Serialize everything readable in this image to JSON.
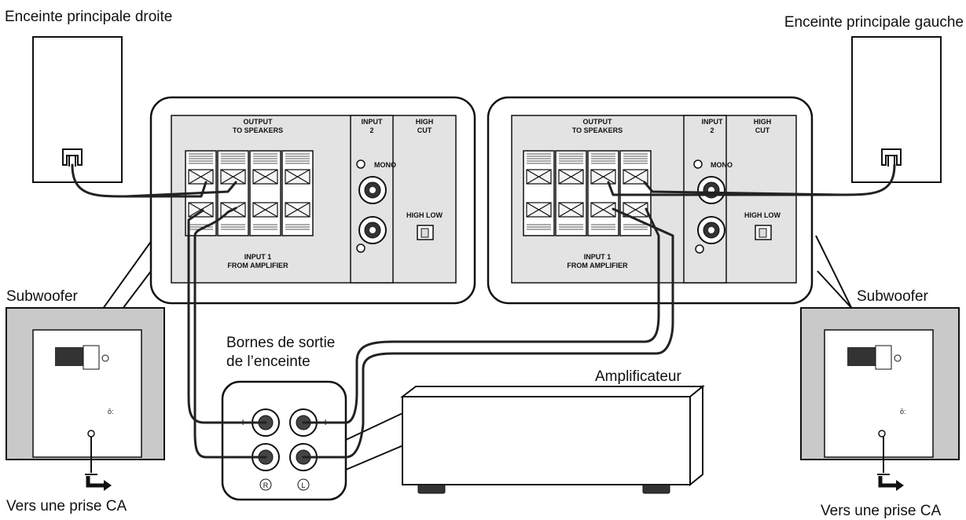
{
  "labels": {
    "speaker_right": "Enceinte principale droite",
    "speaker_left": "Enceinte principale gauche",
    "subwoofer_left": "Subwoofer",
    "subwoofer_right": "Subwoofer",
    "outlet_left": "Vers une prise CA",
    "outlet_right": "Vers une prise CA",
    "amp_terminals_line1": "Bornes de sortie",
    "amp_terminals_line2": "de l’enceinte",
    "amplifier": "Amplificateur"
  },
  "panel": {
    "output_line1": "OUTPUT",
    "output_line2": "TO SPEAKERS",
    "input2_line1": "INPUT",
    "input2_line2": "2",
    "highcut_line1": "HIGH",
    "highcut_line2": "CUT",
    "mono": "MONO",
    "high_low": "HIGH LOW",
    "input1_line1": "INPUT 1",
    "input1_line2": "FROM AMPLIFIER",
    "plus": "+",
    "minus": "–",
    "r_mark": "R",
    "l_mark": "L"
  }
}
